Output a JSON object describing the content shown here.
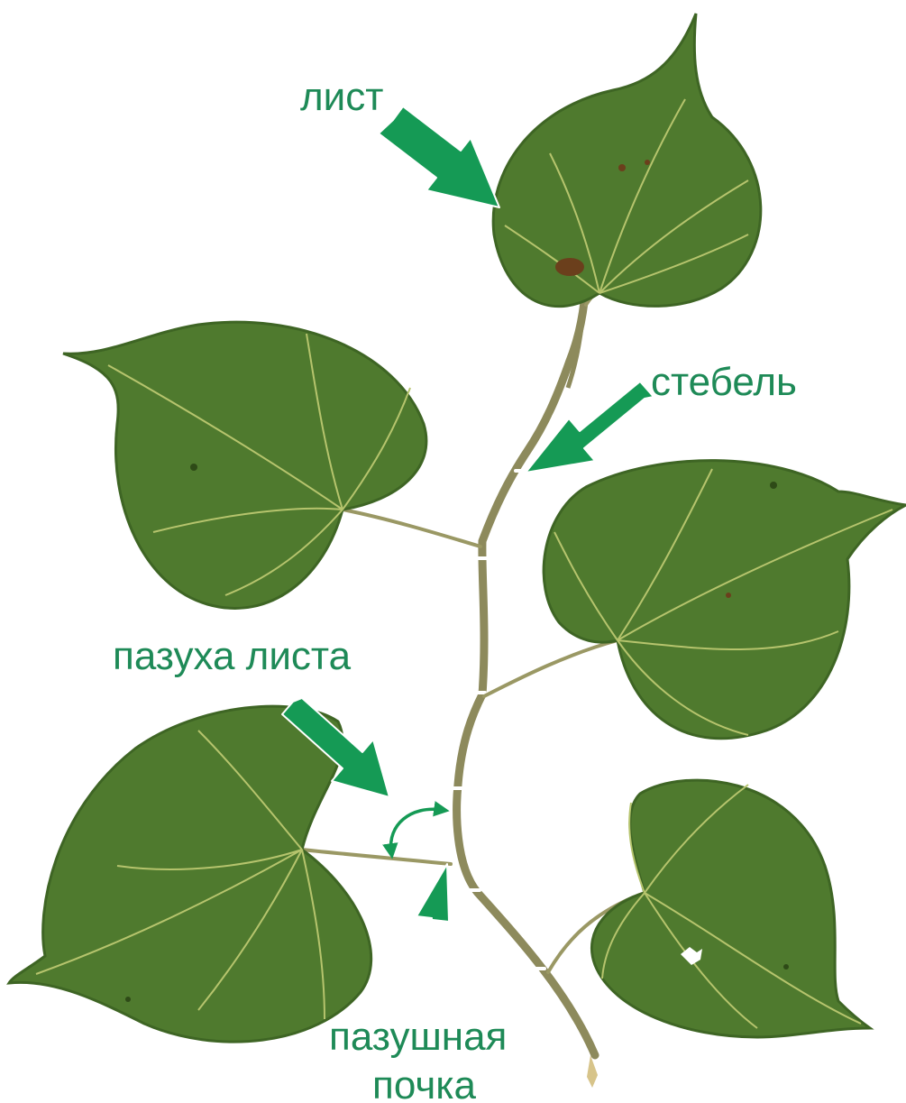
{
  "labels": {
    "leaf": "лист",
    "stem": "стебель",
    "leaf_axil": "пазуха листа",
    "axillary_bud_line1": "пазушная",
    "axillary_bud_line2": "почка"
  },
  "colors": {
    "label_text": "#1e8a57",
    "arrow": "#159a55",
    "leaf_fill": "#4f7a2e",
    "leaf_edge": "#3e6524",
    "vein": "#b6c46d",
    "stem": "#8d8a5c",
    "background": "#ffffff"
  },
  "icons": {
    "pointer_arrows": "block-arrow",
    "axil_indicator": "curved-double-arrow"
  }
}
